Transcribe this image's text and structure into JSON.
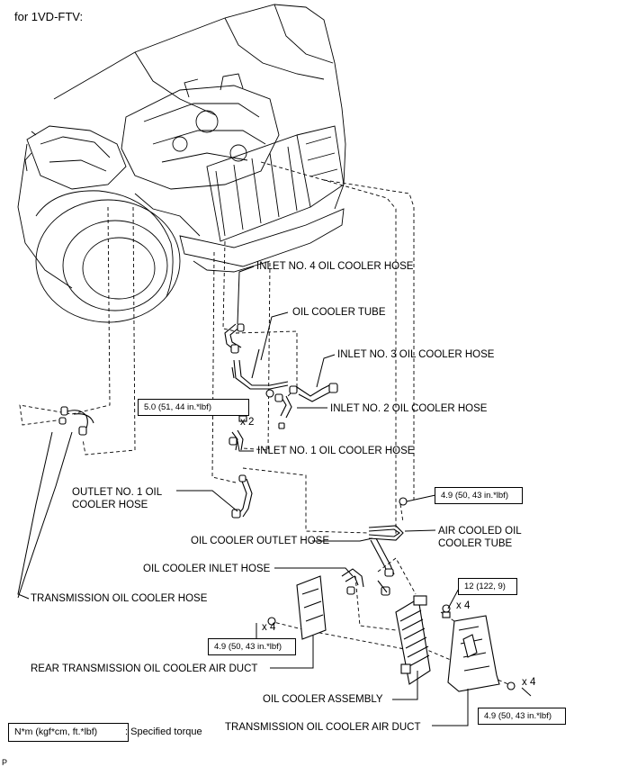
{
  "header": {
    "variant": "for 1VD-FTV:"
  },
  "labels": {
    "inlet_no4": "INLET NO. 4 OIL COOLER HOSE",
    "oil_cooler_tube": "OIL COOLER TUBE",
    "inlet_no3": "INLET NO. 3 OIL COOLER HOSE",
    "inlet_no2": "INLET NO. 2 OIL COOLER HOSE",
    "inlet_no1": "INLET NO. 1 OIL COOLER HOSE",
    "outlet_no1_line1": "OUTLET NO. 1 OIL",
    "outlet_no1_line2": "COOLER HOSE",
    "air_cooled_line1": "AIR COOLED OIL",
    "air_cooled_line2": "COOLER TUBE",
    "outlet_hose": "OIL COOLER OUTLET HOSE",
    "inlet_hose": "OIL COOLER INLET HOSE",
    "trans_hose": "TRANSMISSION OIL COOLER HOSE",
    "rear_duct": "REAR TRANSMISSION OIL COOLER AIR DUCT",
    "cooler_assembly": "OIL COOLER ASSEMBLY",
    "trans_duct": "TRANSMISSION OIL COOLER AIR DUCT"
  },
  "torques": {
    "t1": "5.0 (51, 44 in.*lbf)",
    "t2": "4.9 (50, 43 in.*lbf)",
    "t3": "12 (122, 9)",
    "t4": "4.9 (50, 43 in.*lbf)",
    "t5": "4.9 (50, 43 in.*lbf)"
  },
  "quantities": {
    "q1": "x 2",
    "q2": "x 4",
    "q3": "x 4",
    "q4": "x 4"
  },
  "legend": {
    "box": "N*m (kgf*cm, ft.*lbf)",
    "text": ": Specified torque"
  },
  "footer": {
    "code": "P"
  }
}
